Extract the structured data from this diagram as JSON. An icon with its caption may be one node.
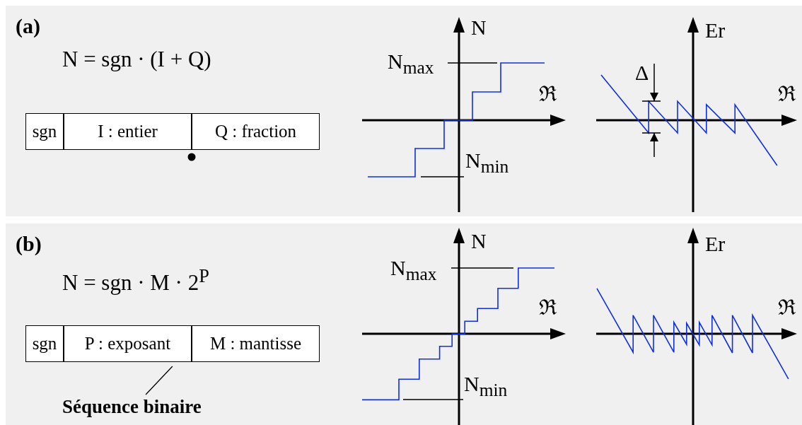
{
  "diagram": {
    "nodes": [
      {
        "text": [
          "(a)"
        ]
      },
      {
        "text": [
          "sgn"
        ],
        "in": 0
      },
      {
        "text": [
          "I : entier"
        ],
        "in": 0
      },
      {
        "text": [
          "Q : fraction"
        ],
        "in": 0
      },
      {
        "text": [
          "(b)"
        ]
      },
      {
        "text": [
          "sgn"
        ],
        "in": 4
      },
      {
        "text": [
          "P : exposant"
        ],
        "in": 4
      },
      {
        "text": [
          "M : mantisse"
        ],
        "in": 4
      },
      {
        "text": [
          "Séquence binaire"
        ],
        "in": 4
      }
    ],
    "edges": [
      {
        "from": 8,
        "to": 6,
        "arrow": "none"
      }
    ],
    "labels": [
      "N = sgn · (I + Q)",
      "N",
      "Er",
      "N$_{max}$",
      "Δ",
      "ℜ",
      "ℜ",
      "N$_{min}$",
      "N = sgn · M · 2$^{P}$",
      "N",
      "Er",
      "N$_{max}$",
      "ℜ",
      "ℜ",
      "N$_{min}$"
    ]
  }
}
